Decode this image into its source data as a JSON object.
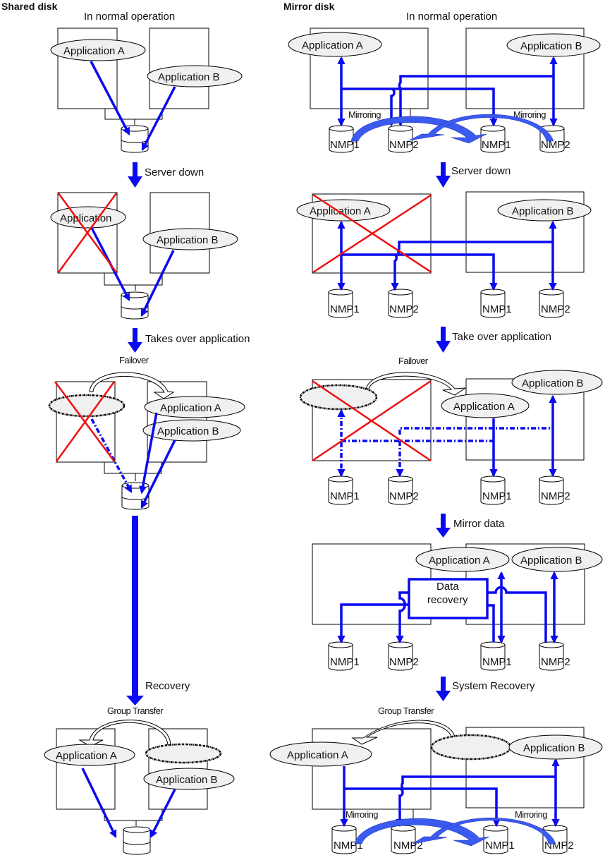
{
  "headings": {
    "shared": "Shared disk",
    "mirror": "Mirror disk"
  },
  "shared": {
    "normal_caption": "In normal operation",
    "step1": "Server down",
    "step2": "Takes over application",
    "failover_caption": "Failover",
    "step3": "Recovery",
    "group_transfer_caption": "Group Transfer",
    "app_a": "Application A",
    "app_b": "Application B",
    "app_a_truncated": "Application"
  },
  "mirror": {
    "normal_caption": "In normal operation",
    "step1": "Server down",
    "step2": "Take over application",
    "failover_caption": "Failover",
    "step3": "Mirror data",
    "step4": "System Recovery",
    "group_transfer_caption": "Group Transfer",
    "app_a": "Application A",
    "app_b": "Application B",
    "mirroring": "Mirroring",
    "data_recovery_line1": "Data",
    "data_recovery_line2": "recovery",
    "disk1": "NMP1",
    "disk2": "NMP2"
  },
  "colors": {
    "link": "#0a0af0",
    "failed_cross": "#ee1111",
    "app_fill": "#f0f0f0"
  }
}
